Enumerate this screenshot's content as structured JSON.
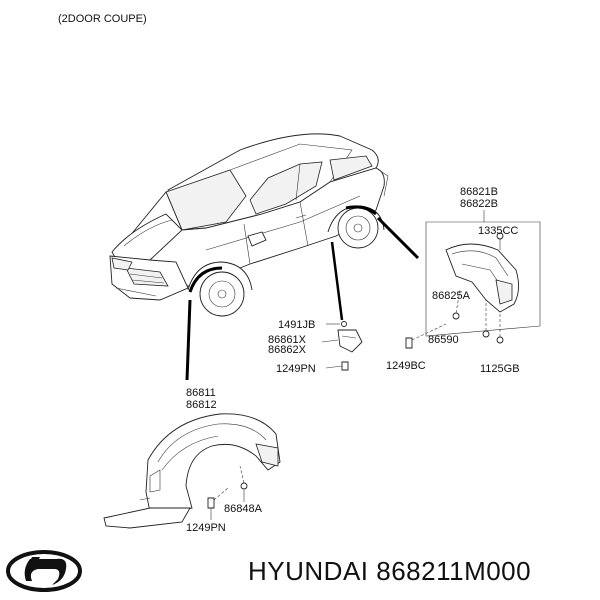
{
  "header": {
    "variant": "(2DOOR COUPE)"
  },
  "labels": {
    "part_86821B": "86821B",
    "part_86822B": "86822B",
    "part_1335CC": "1335CC",
    "part_86825A": "86825A",
    "part_86590": "86590",
    "part_1249BC": "1249BC",
    "part_1125GB": "1125GB",
    "part_1491JB": "1491JB",
    "part_86861X": "86861X",
    "part_86862X": "86862X",
    "part_1249PN_mid": "1249PN",
    "part_86811": "86811",
    "part_86812": "86812",
    "part_86848A": "86848A",
    "part_1249PN_bottom": "1249PN"
  },
  "footer": {
    "logo": "hyundai-logo",
    "caption": "HYUNDAI 868211M000"
  },
  "colors": {
    "ink": "#111111",
    "paper": "#ffffff"
  }
}
